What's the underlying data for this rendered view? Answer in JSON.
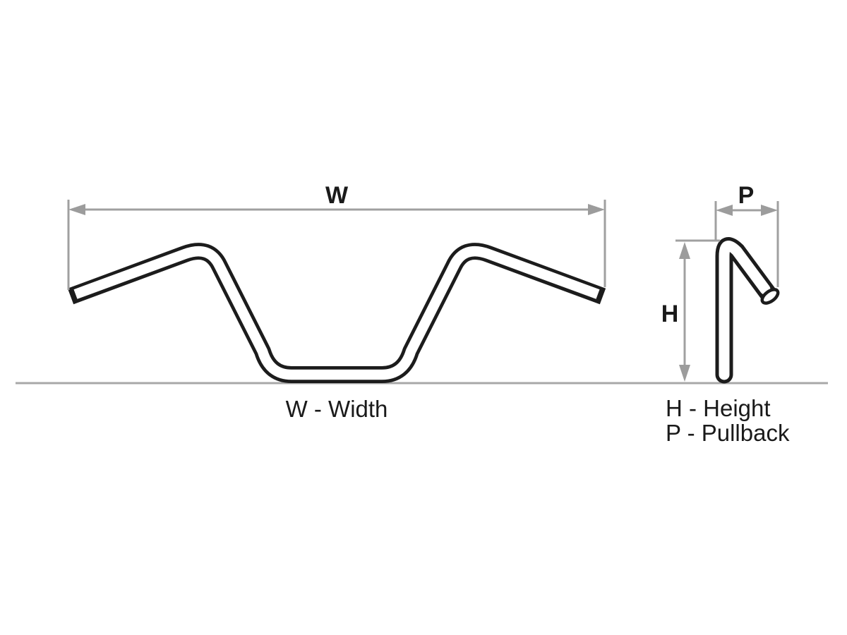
{
  "diagram": {
    "type": "handlebar-dimension-diagram",
    "dimensions": {
      "width": {
        "symbol": "W",
        "name": "W - Width"
      },
      "height": {
        "symbol": "H",
        "name": "H - Height"
      },
      "pullback": {
        "symbol": "P",
        "name": "P - Pullback"
      }
    },
    "colors": {
      "dimension_lines": "#a0a0a0",
      "arrowheads": "#9c9c9c",
      "handlebar_outline": "#1c1c1c",
      "label_text": "#1a1a1a",
      "background": "#ffffff"
    }
  }
}
